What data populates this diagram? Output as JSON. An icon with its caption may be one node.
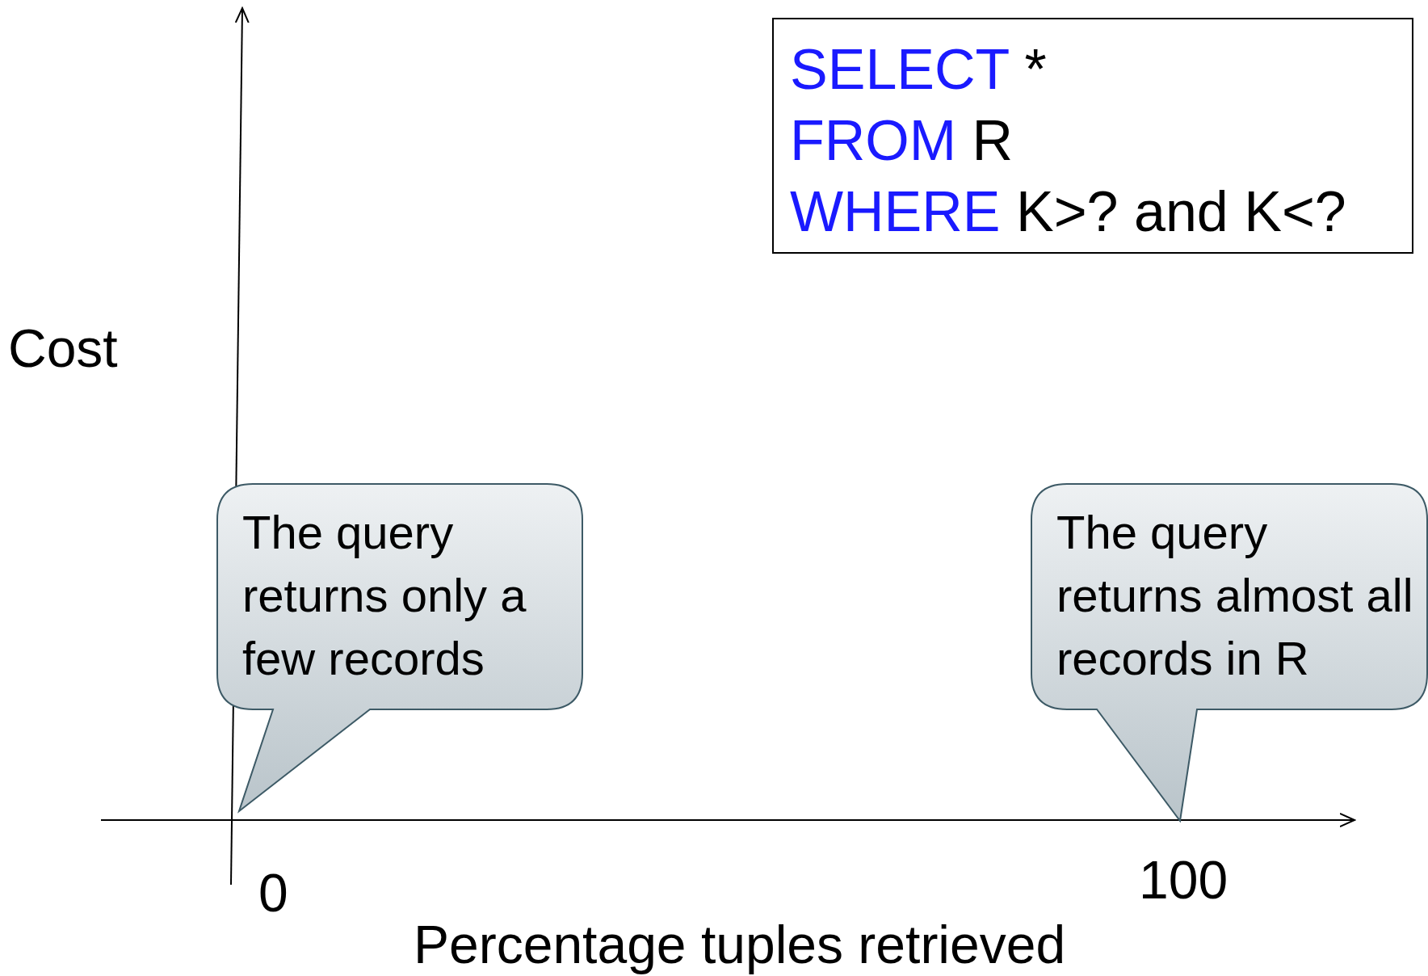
{
  "diagram": {
    "nodes": [
      {
        "text": [
          "SELECT *",
          "FROM R",
          "WHERE K>? and K<?"
        ]
      },
      {
        "text": [
          "The query returns only a few records"
        ]
      },
      {
        "text": [
          "The query returns almost all records in R"
        ]
      }
    ],
    "labels": [
      "Cost",
      "0",
      "100",
      "Percentage tuples retrieved"
    ]
  }
}
